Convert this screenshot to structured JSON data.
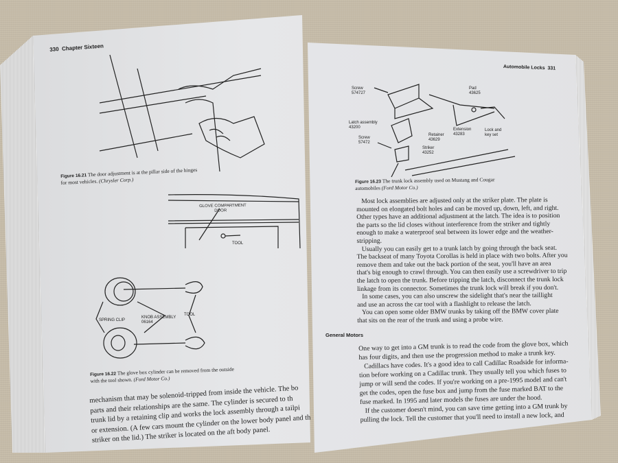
{
  "left_page": {
    "page_number": "330",
    "chapter": "Chapter Sixteen",
    "figure_21": {
      "label": "Figure 16.21",
      "caption": "The door adjustment is at the pillar side of the hinges",
      "caption_line2": "for most vehicles.",
      "credit": "(Chrysler Corp.)"
    },
    "glove_diagram": {
      "label_door": "GLOVE COMPARTMENT",
      "label_door2": "DOOR",
      "label_tool": "TOOL"
    },
    "cylinder_diagram": {
      "label_spring_clip": "SPRING CLIP",
      "label_knob": "KNOB ASSEMBLY",
      "label_knob_num": "06164",
      "label_tool": "TOOL"
    },
    "figure_22": {
      "label": "Figure 16.22",
      "caption": "The glove box cylinder can be removed from the outside",
      "caption_line2": "with the tool shown.",
      "credit": "(Ford Motor Co.)"
    },
    "body_lines": [
      "mechanism that may be solenoid-tripped from inside the vehicle. The bo",
      "parts and their relationships are the same. The cylinder is secured to th",
      "trunk lid by a retaining clip and works the lock assembly through a tailpi",
      "or extension. (A few cars mount the cylinder on the lower body panel and th",
      "striker on the lid.) The striker is located on the aft body panel."
    ]
  },
  "right_page": {
    "running_head": "Automobile Locks",
    "page_number": "331",
    "trunk_diagram": {
      "screw1": "Screw",
      "screw1_num": "574727",
      "pad": "Pad",
      "pad_num": "43625",
      "latch": "Latch assembly",
      "latch_num": "43200",
      "screw2": "Screw",
      "screw2_num": "57472",
      "retainer": "Retainer",
      "retainer_num": "43629",
      "extension": "Extension",
      "extension_num": "43283",
      "lock": "Lock and",
      "lock2": "key set",
      "striker": "Striker",
      "striker_num": "43252"
    },
    "figure_23": {
      "label": "Figure 16.23",
      "caption": "The trunk lock assembly used on Mustang and Cougar",
      "caption_line2": "automobiles",
      "credit": "(Ford Motor Co.)"
    },
    "body_lines": [
      "   Most lock assemblies are adjusted only at the striker plate. The plate is",
      "mounted on elongated bolt holes and can be moved up, down, left, and right.",
      "Other types have an additional adjustment at the latch. The idea is to position",
      "the parts so the lid closes without interference from the striker and tightly",
      "enough to make a waterproof seal between its lower edge and the weather-",
      "stripping.",
      "   Usually you can easily get to a trunk latch by going through the back seat.",
      "The backseat of many Toyota Corollas is held in place with two bolts. After you",
      "remove them and take out the back portion of the seat, you'll have an area",
      "that's big enough to crawl through. You can then easily use a screwdriver to trip",
      "the latch to open the trunk. Before tripping the latch, disconnect the trunk lock",
      "linkage from its connector. Sometimes the trunk lock will break if you don't.",
      "   In some cases, you can also unscrew the sidelight that's near the taillight",
      "and use an across the car tool with a flashlight to release the latch.",
      "   You can open some older BMW trunks by taking off the BMW cover plate",
      "that sits on the rear of the trunk and using a probe wire."
    ],
    "section_heading": "General Motors",
    "section_lines": [
      "One way to get into a GM trunk is to read the code from the glove box, which",
      "has four digits, and then use the progression method to make a trunk key.",
      "   Cadillacs have codes. It's a good idea to call Cadillac Roadside for informa-",
      "tion before working on a Cadillac trunk. They usually tell you which fuses to",
      "jump or will send the codes. If you're working on a pre-1995 model and can't",
      "get the codes, open the fuse box and jump from the fuse marked BAT to the",
      "fuse marked. In 1995 and later models the fuses are under the hood.",
      "   If the customer doesn't mind, you can save time getting into a GM trunk by",
      "pulling the lock. Tell the customer that you'll need to install a new lock, and"
    ]
  }
}
